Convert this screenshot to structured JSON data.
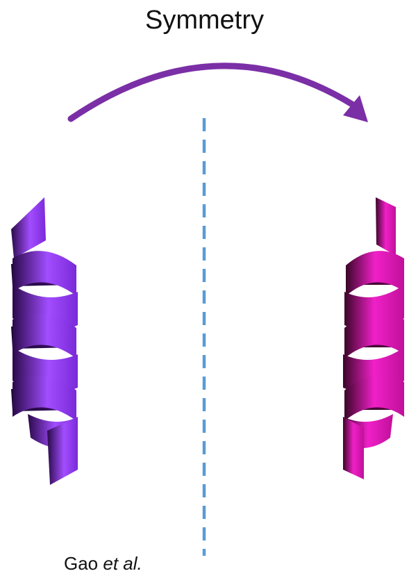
{
  "title": "Symmetry",
  "credit": {
    "author": "Gao",
    "suffix": "et al."
  },
  "colors": {
    "arrow": "#7b2fa6",
    "mirror_line": "#5b9bd5",
    "left_helix_light": "#a24dff",
    "left_helix_dark": "#2a0a4a",
    "right_helix_light": "#f020c8",
    "right_helix_dark": "#3a0628"
  },
  "icons": {
    "arrow": "curved-arrow-icon",
    "left_helix": "alpha-helix-icon",
    "right_helix": "mirrored-alpha-helix-icon"
  }
}
